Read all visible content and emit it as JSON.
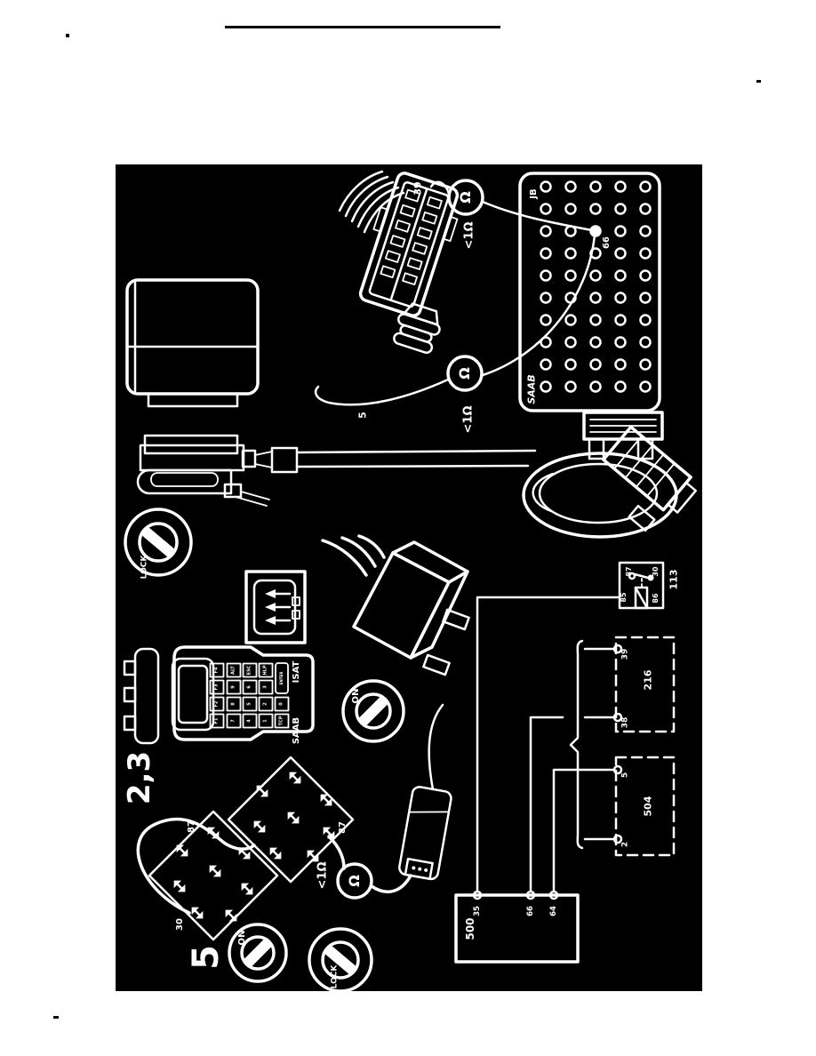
{
  "colors": {
    "page_bg": "#ffffff",
    "panel_bg": "#000000",
    "ink": "#ffffff"
  },
  "diagram": {
    "steps": {
      "check_2_3": "2,3",
      "check_5": "5"
    },
    "ohmmeter": {
      "symbol": "Ω",
      "reading": "<1Ω"
    },
    "harness_connector": {
      "pin": "39"
    },
    "junction_block": {
      "name": "JB",
      "brand": "SAAB",
      "test_pin": "66"
    },
    "inline_connector": {
      "pin": "5"
    },
    "ignition": {
      "lock": "LOCK",
      "on": "ON"
    },
    "isat": {
      "brand": "SAAB",
      "model": "ISAT",
      "keys": [
        "F4",
        "F3",
        "F2",
        "F1",
        "ALT",
        "9",
        "8",
        "7",
        "ESC",
        "6",
        "5",
        "4",
        "HLP",
        "3",
        "2",
        "1",
        "ENTER",
        "0",
        "TCP"
      ]
    },
    "relay_socket": {
      "pin_87_a": "87",
      "pin_30": "30",
      "pin_87_b": "87"
    },
    "relay_113": {
      "id": "113",
      "pin_87": "87",
      "pin_30": "30",
      "pin_85": "85",
      "pin_86": "86"
    },
    "unit_216": {
      "id": "216",
      "pin_39": "39",
      "pin_38": "38"
    },
    "unit_504": {
      "id": "504",
      "pin_5": "5",
      "pin_2": "2"
    },
    "unit_500": {
      "id": "500",
      "pin_35": "35",
      "pin_66": "66",
      "pin_64": "64"
    }
  }
}
